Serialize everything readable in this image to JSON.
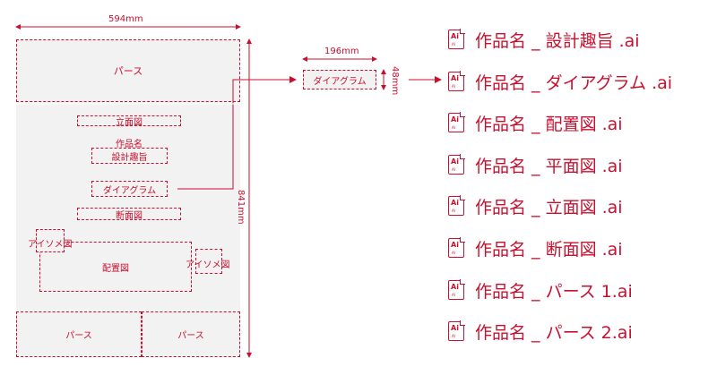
{
  "sheet": {
    "width_label": "594mm",
    "height_label": "841mm",
    "top_perspective": "パース",
    "elevation": "立面図",
    "work_name": "作品名",
    "design_intent": "設計趣旨",
    "diagram": "ダイアグラム",
    "section": "断面図",
    "isometric_left": "アイソメ図",
    "layout_plan": "配置図",
    "isometric_right": "アイソメ図",
    "bottom_perspective_1": "パース",
    "bottom_perspective_2": "パース"
  },
  "detail": {
    "width_label": "196mm",
    "height_label": "48mm",
    "box_label": "ダイアグラム"
  },
  "files": [
    {
      "icon": "ai-file-icon",
      "icon_text": "Ai",
      "icon_sub": "AI",
      "name": "作品名 _ 設計趣旨 .ai"
    },
    {
      "icon": "ai-file-icon",
      "icon_text": "Ai",
      "icon_sub": "AI",
      "name": "作品名 _ ダイアグラム .ai"
    },
    {
      "icon": "ai-file-icon",
      "icon_text": "Ai",
      "icon_sub": "AI",
      "name": "作品名 _ 配置図 .ai"
    },
    {
      "icon": "ai-file-icon",
      "icon_text": "Ai",
      "icon_sub": "AI",
      "name": "作品名 _ 平面図 .ai"
    },
    {
      "icon": "ai-file-icon",
      "icon_text": "Ai",
      "icon_sub": "AI",
      "name": "作品名 _ 立面図 .ai"
    },
    {
      "icon": "ai-file-icon",
      "icon_text": "Ai",
      "icon_sub": "AI",
      "name": "作品名 _ 断面図 .ai"
    },
    {
      "icon": "ai-file-icon",
      "icon_text": "Ai",
      "icon_sub": "AI",
      "name": "作品名 _ パース 1.ai"
    },
    {
      "icon": "ai-file-icon",
      "icon_text": "Ai",
      "icon_sub": "AI",
      "name": "作品名 _ パース 2.ai"
    }
  ],
  "colors": {
    "accent": "#c8102e",
    "panel": "#f2f2f2"
  }
}
